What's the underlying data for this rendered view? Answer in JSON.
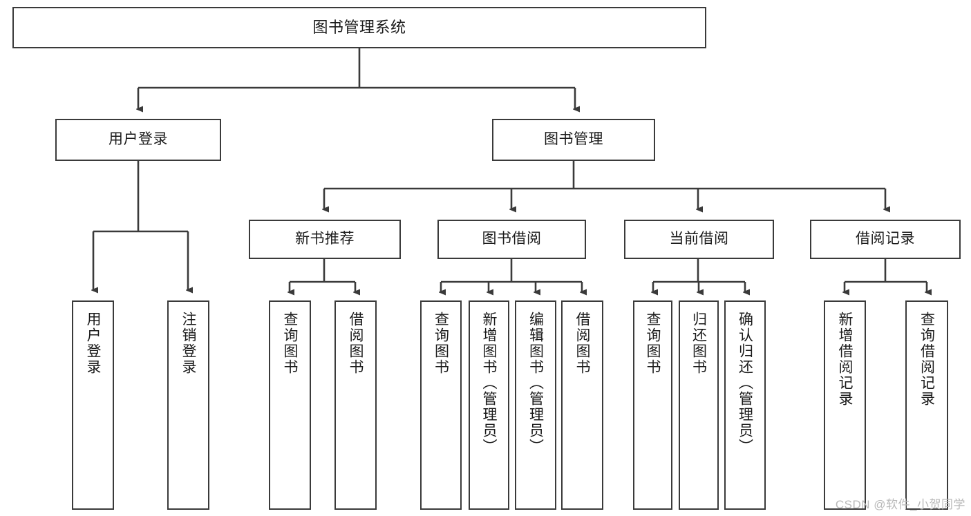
{
  "diagram": {
    "title": "图书管理系统",
    "watermark": "CSDN @软件_小贺同学",
    "line_color": "#3a3a3a",
    "text_color": "#1b1b1b",
    "background": "#ffffff",
    "levels": {
      "root": "图书管理系统",
      "level1": [
        "用户登录",
        "图书管理"
      ],
      "level2": [
        "新书推荐",
        "图书借阅",
        "当前借阅",
        "借阅记录"
      ]
    },
    "nodes": {
      "root": {
        "label": "图书管理系统"
      },
      "user_login": {
        "label": "用户登录"
      },
      "book_manage": {
        "label": "图书管理"
      },
      "new_book_rec": {
        "label": "新书推荐"
      },
      "book_borrow": {
        "label": "图书借阅"
      },
      "current_borrow": {
        "label": "当前借阅"
      },
      "borrow_record": {
        "label": "借阅记录"
      },
      "leaf_user_login": {
        "label": "用户登录"
      },
      "leaf_logout": {
        "label": "注销登录"
      },
      "leaf_query_book_1": {
        "label": "查询图书"
      },
      "leaf_borrow_book_1": {
        "label": "借阅图书"
      },
      "leaf_query_book_2": {
        "label": "查询图书"
      },
      "leaf_add_book": {
        "label": "新增图书（管理员）"
      },
      "leaf_edit_book": {
        "label": "编辑图书（管理员）"
      },
      "leaf_borrow_book_2": {
        "label": "借阅图书"
      },
      "leaf_query_book_3": {
        "label": "查询图书"
      },
      "leaf_return_book": {
        "label": "归还图书"
      },
      "leaf_confirm_return": {
        "label": "确认归还（管理员）"
      },
      "leaf_add_record": {
        "label": "新增借阅记录"
      },
      "leaf_query_record": {
        "label": "查询借阅记录"
      }
    }
  }
}
